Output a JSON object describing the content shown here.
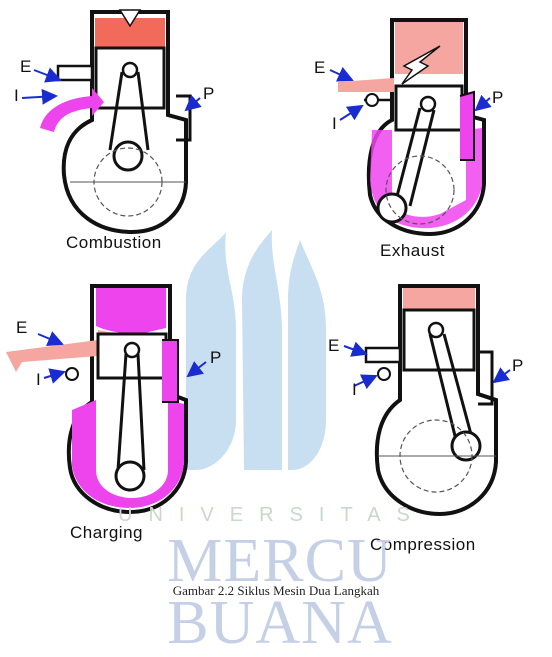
{
  "panels": {
    "combustion": {
      "title": "Combustion",
      "e": "E",
      "i": "I",
      "p": "P"
    },
    "exhaust": {
      "title": "Exhaust",
      "e": "E",
      "i": "I",
      "p": "P"
    },
    "charging": {
      "title": "Charging",
      "e": "E",
      "i": "I",
      "p": "P"
    },
    "compression": {
      "title": "Compression",
      "e": "E",
      "i": "I",
      "p": "P"
    }
  },
  "watermark": {
    "top": "UNIVERSITAS",
    "main": "MERCU BUANA"
  },
  "caption": "Gambar 2.2 Siklus Mesin Dua Langkah",
  "colors": {
    "mixture": "#ee44ee",
    "burn": "#f26a5a",
    "exhaust_gas": "#f6a6a0",
    "arrow": "#1a2ccf",
    "watermark_blue": "#9cc4e6"
  }
}
